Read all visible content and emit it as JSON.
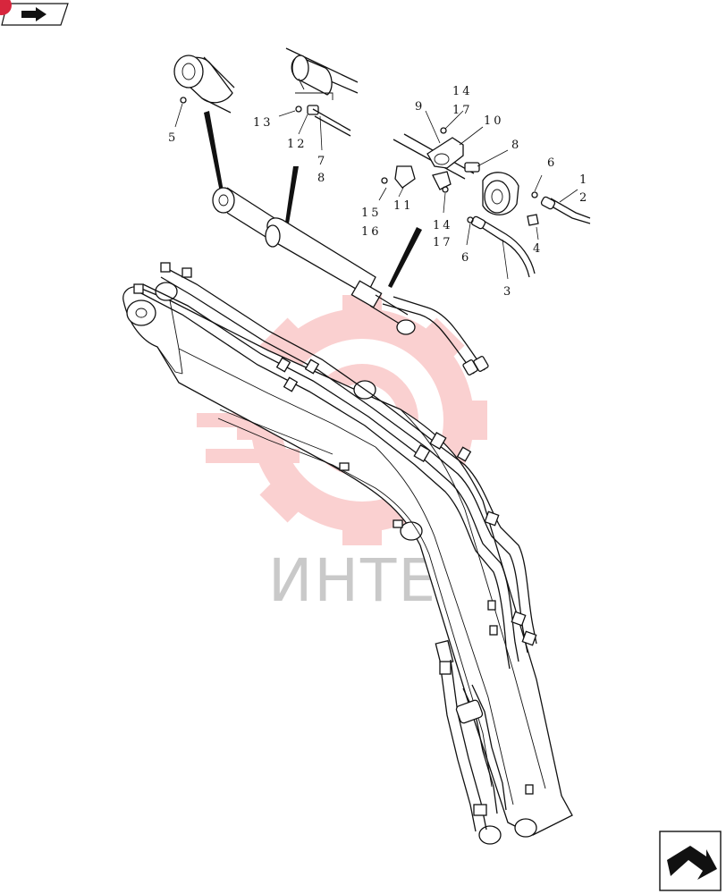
{
  "watermark": {
    "text": "ИНТЕХ",
    "color": "#f05a5a"
  },
  "nav": {
    "prev_icon": "arrow-right-icon",
    "next_icon": "arrow-down-icon",
    "badge_color": "#d7263d"
  },
  "callouts": {
    "c1": "1",
    "c2": "2",
    "c3": "3",
    "c4": "4",
    "c5": "5",
    "c6a": "6",
    "c6b": "6",
    "c7": "7",
    "c8a": "8",
    "c8b": "8",
    "c9": "9",
    "c10": "10",
    "c11": "11",
    "c12": "12",
    "c13": "13",
    "c14a": "14",
    "c14b": "14",
    "c15": "15",
    "c16": "16",
    "c17a": "17",
    "c17b": "17"
  }
}
